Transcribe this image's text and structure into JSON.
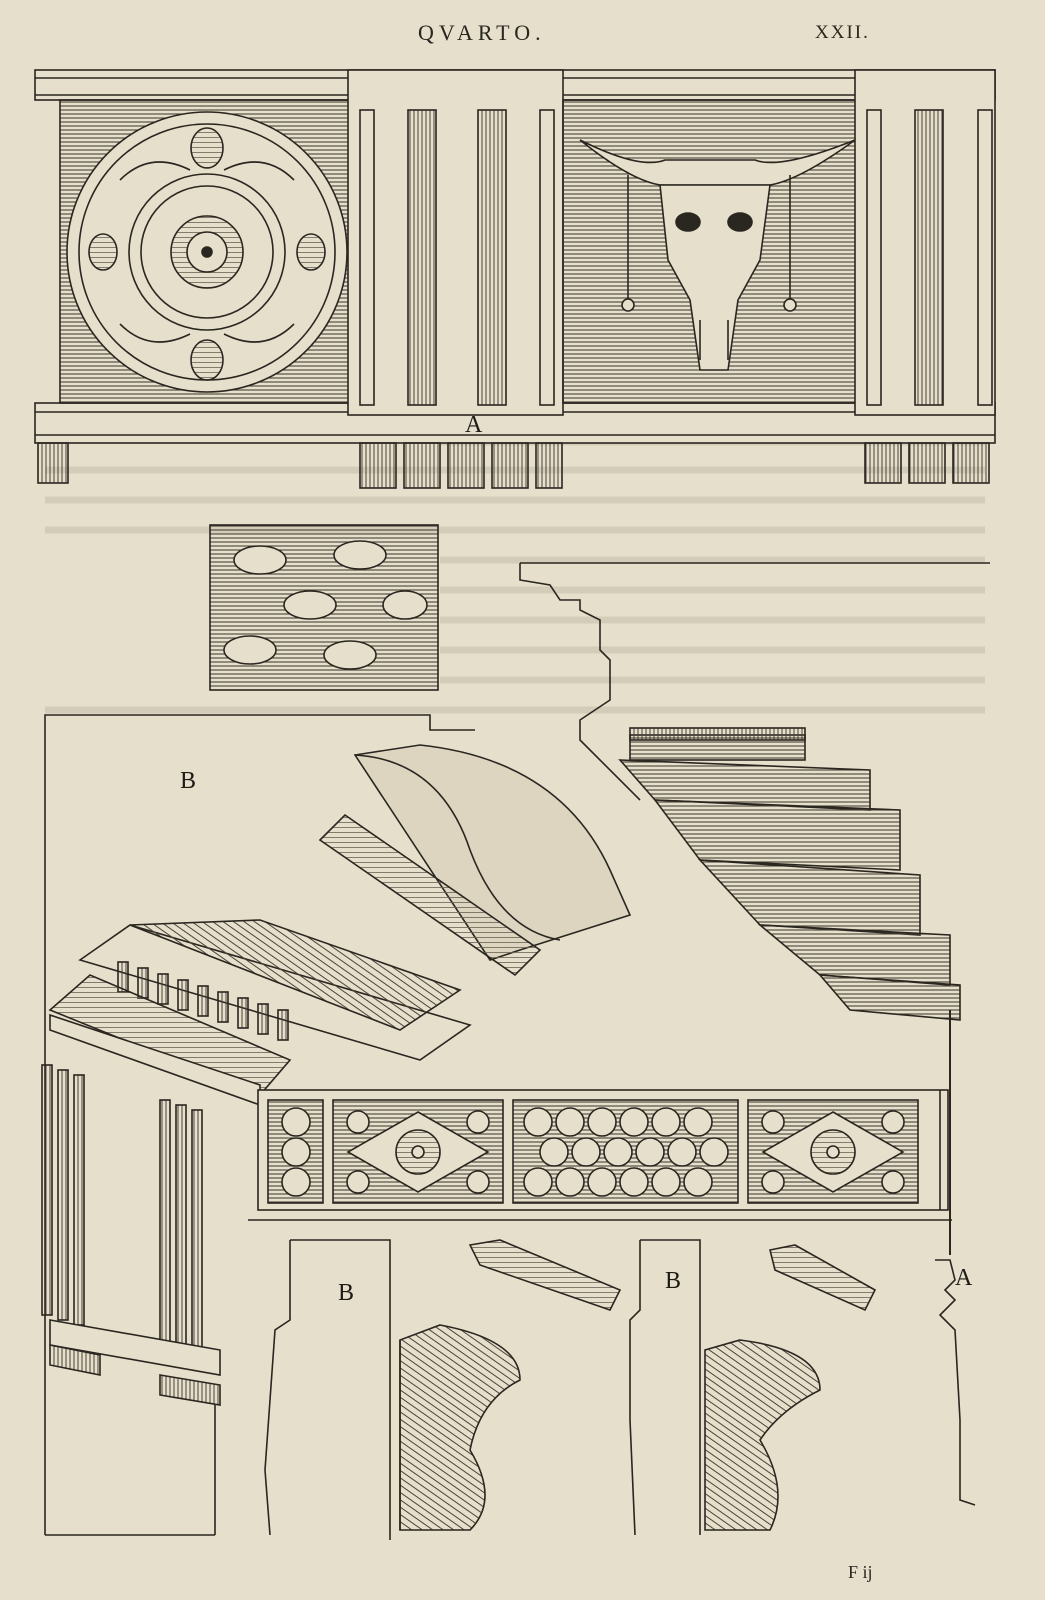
{
  "running_head": "QVARTO.",
  "folio": "XXII.",
  "signature": "F ij",
  "labels": {
    "top_frieze": "A",
    "cornice_left": "B",
    "bracket_one": "B",
    "bracket_two": "B",
    "profile_right": "A"
  },
  "colors": {
    "paper": "#e6dfcb",
    "ink": "#2a2620"
  }
}
